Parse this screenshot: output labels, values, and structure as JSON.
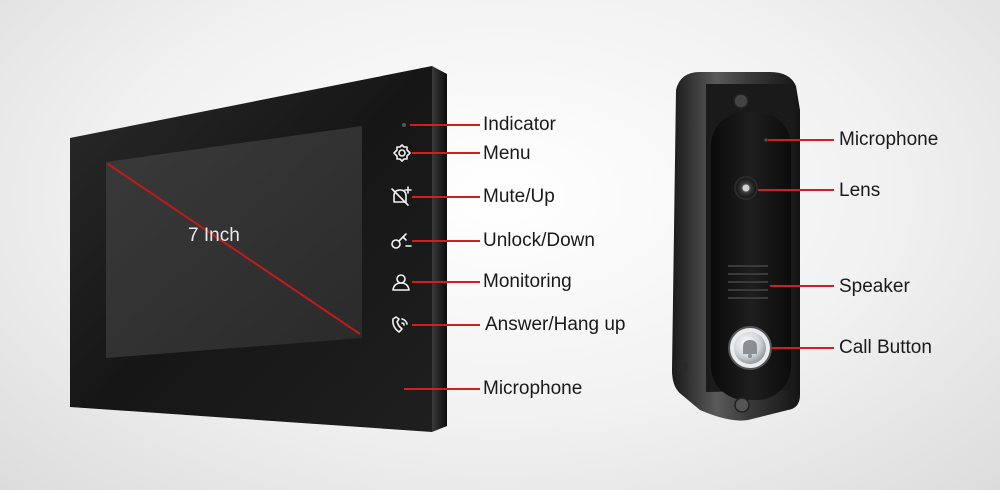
{
  "monitor": {
    "screen_size_label": "7 Inch",
    "callouts": [
      {
        "key": "indicator",
        "label": "Indicator"
      },
      {
        "key": "menu",
        "label": "Menu"
      },
      {
        "key": "mute-up",
        "label": "Mute/Up"
      },
      {
        "key": "unlock-down",
        "label": "Unlock/Down"
      },
      {
        "key": "monitoring",
        "label": "Monitoring"
      },
      {
        "key": "answer-hangup",
        "label": "Answer/Hang up"
      },
      {
        "key": "microphone",
        "label": "Microphone"
      }
    ],
    "button_icons": [
      "gear-icon",
      "bell-mute-icon",
      "key-icon",
      "person-icon",
      "phone-icon"
    ]
  },
  "doorbell": {
    "callouts": [
      {
        "key": "microphone",
        "label": "Microphone"
      },
      {
        "key": "lens",
        "label": "Lens"
      },
      {
        "key": "speaker",
        "label": "Speaker"
      },
      {
        "key": "call-button",
        "label": "Call Button"
      }
    ],
    "button_icon": "bell-icon"
  },
  "colors": {
    "callout_line": "#d11f1f",
    "device_body": "#141414",
    "bezel": "#2b2b2b"
  }
}
